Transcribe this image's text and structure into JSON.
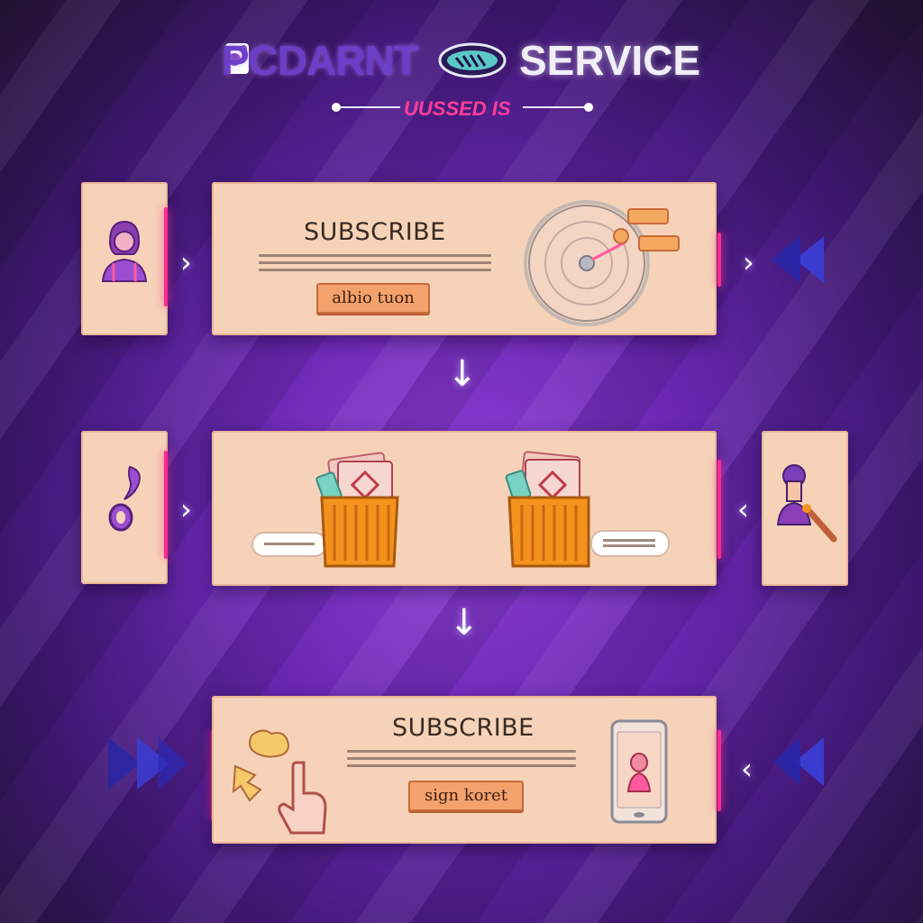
{
  "header": {
    "title_left": "PCDARNT",
    "title_right": "SERVICE",
    "subtitle": "UUSSED IS"
  },
  "step1": {
    "heading": "SUBSCRIBE",
    "button_label": "albio tuon"
  },
  "step3": {
    "heading": "SUBSCRIBE",
    "button_label": "sign koret"
  },
  "connectors": {
    "down_arrow": "↓",
    "right_chevron": "›",
    "left_chevron": "‹"
  },
  "colors": {
    "accent_pink": "#ff2a8a",
    "card_bg": "#f6d3b8",
    "button_bg": "#f4a26c",
    "purple": "#6b3fc8"
  },
  "icons": [
    "person-icon",
    "target-icon",
    "cash-wallet-icon",
    "location-pin-icon",
    "microphone-user-icon",
    "hand-pointer-icon",
    "smartphone-icon",
    "rewind-icon"
  ]
}
